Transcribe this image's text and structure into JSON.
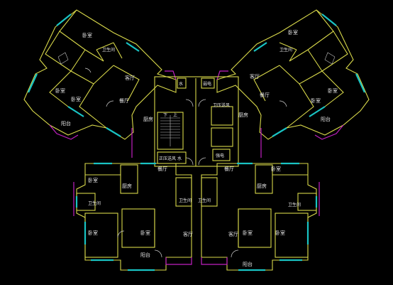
{
  "colors": {
    "background": "#000000",
    "wall": "#d8d84a",
    "window": "#19c3c3",
    "balcony": "#c020c0",
    "text": "#e6e6e6"
  },
  "labels": {
    "nw_bedroom_top": "卧室",
    "nw_bath": "卫生间",
    "nw_living": "客厅",
    "nw_bedroom_left": "卧室",
    "nw_bedroom_mid": "卧室",
    "nw_dining": "餐厅",
    "nw_kitchen": "厨房",
    "nw_balcony": "阳台",
    "ne_bedroom_top": "卧室",
    "ne_bath": "卫生间",
    "ne_living": "客厅",
    "ne_dining": "餐厅",
    "ne_bedroom_mid": "卧室",
    "ne_bedroom_right": "卧室",
    "ne_kitchen": "厨房",
    "ne_balcony": "阳台",
    "core_shaft_left": "水",
    "core_weak_power": "弱电",
    "core_down": "下",
    "core_up": "上",
    "core_fire_corridor": "卫压送风",
    "core_strong_power": "强电",
    "core_fire_corridor2": "正压送风",
    "core_water2": "水",
    "sw_dining": "餐厅",
    "sw_bedroom_top": "卧室",
    "sw_kitchen": "厨房",
    "sw_bath": "卫生间",
    "sw_bedroom_bl": "卧室",
    "sw_bedroom_bm": "卧室",
    "sw_living": "客厅",
    "sw_balcony": "阳台",
    "center_bath_left": "卫生间",
    "center_bath_right": "卫生间",
    "se_dining": "餐厅",
    "se_bedroom_top": "卧室",
    "se_kitchen": "厨房",
    "se_bath": "卫生间",
    "se_living": "客厅",
    "se_bedroom_bm": "卧室",
    "se_bedroom_br": "卧室",
    "se_balcony": "阳台"
  }
}
